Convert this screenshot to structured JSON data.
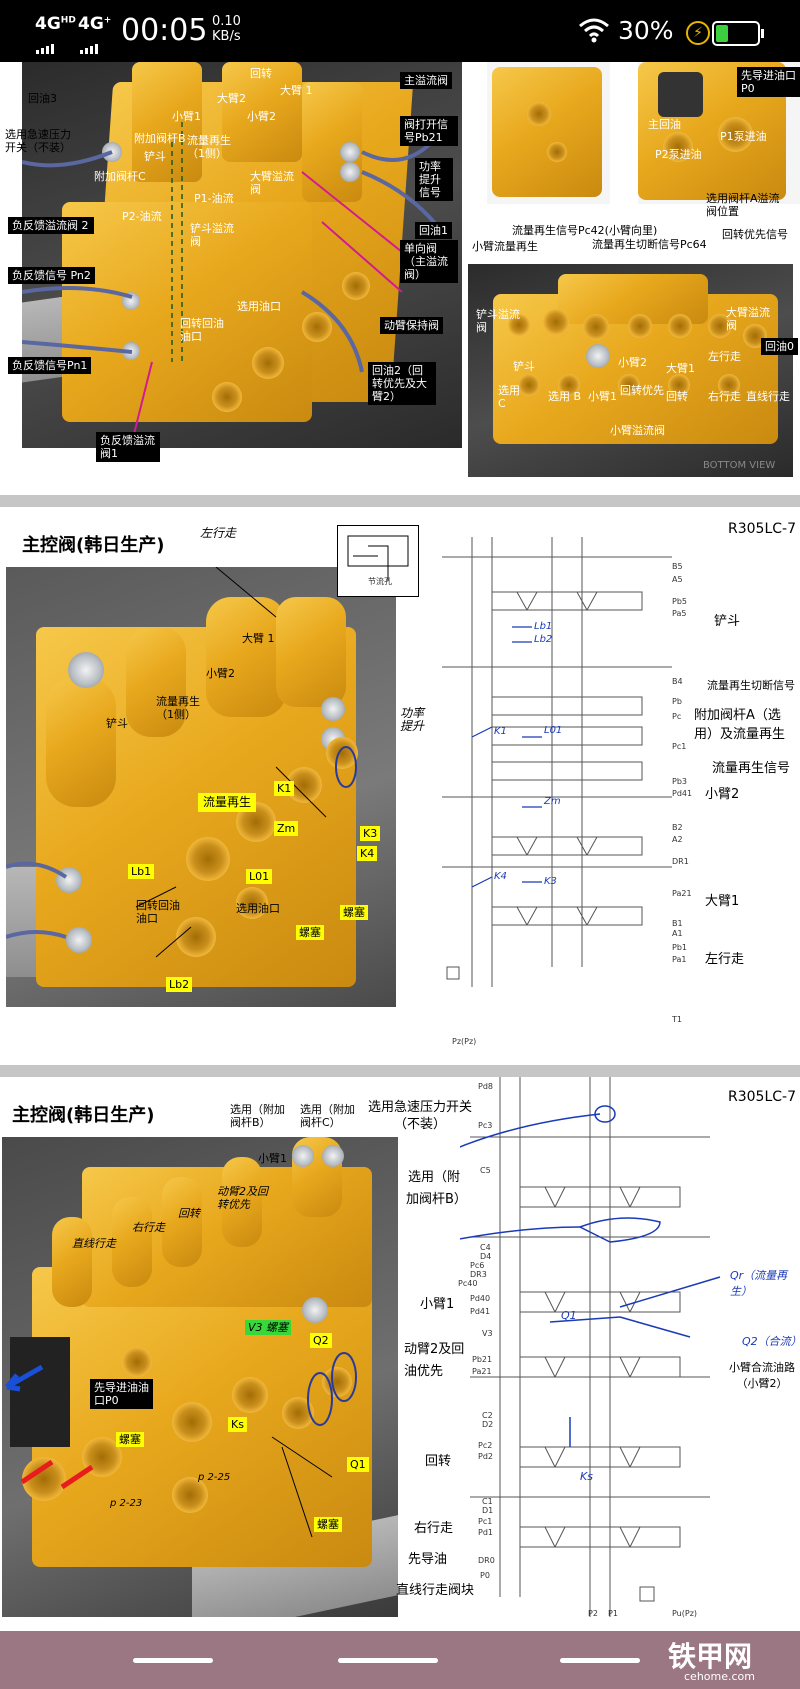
{
  "status_bar": {
    "network1": "4G",
    "network1_sup": "HD",
    "network2": "4G",
    "network2_sup": "+",
    "time": "00:05",
    "speed_value": "0.10",
    "speed_unit": "KB/s",
    "battery": "30%"
  },
  "slide1": {
    "left_labels": {
      "huiyou3": "回油3",
      "xuanyong_jisuya": "选用急速压力开关（不装）",
      "fujia_c": "附加阀杆C",
      "fujia_b": "附加阀杆B",
      "p2_youliu": "P2-油流",
      "p1_youliu": "P1-油流",
      "xiaobi1": "小臂1",
      "dabi2": "大臂2",
      "dabi1": "大臂 1",
      "huizhuan": "回转",
      "xiaobi2": "小臂2",
      "liuliang_zaisheng": "流量再生（1侧）",
      "chandou": "铲斗",
      "fufankui_yiliu2": "负反馈溢流阀 2",
      "fufankui_pn2": "负反馈信号 Pn2",
      "fufankui_pn1": "负反馈信号Pn1",
      "fufankui_yiliu1": "负反馈溢流阀1",
      "chandou_yiliu": "铲斗溢流阀",
      "dabi_yiliu": "大臂溢流阀",
      "xuanyong_youkou": "选用油口",
      "huizhuan_huiyou": "回转回油油口",
      "zhu_yiliu": "主溢流阀",
      "fa_dakai": "阀打开信号Pb21",
      "gonglv_tisheng": "功率提升信号",
      "huiyou1": "回油1",
      "danxiang": "单向阀（主溢流阀）",
      "dongbi_baochi": "动臂保持阀",
      "huiyou2": "回油2（回转优先及大臂2）"
    },
    "right_labels": {
      "xiandao_p0": "先导进油口P0",
      "zhu_huiyou": "主回油",
      "p1_beng": "P1泵进油",
      "p2_beng": "P2泵进油",
      "xuanyong_fagan_a": "选用阀杆A溢流阀位置",
      "liuliang_pc42": "流量再生信号Pc42(小臂向里)",
      "qieduan_pc64": "流量再生切断信号Pc64",
      "huizhuan_youxian": "回转优先信号",
      "xiaobi_zaisheng": "小臂流量再生",
      "chandou_yiliu_r": "铲斗溢流阀",
      "dabi_yiliu_r": "大臂溢流阀",
      "huiyou0": "回油0",
      "chandou_r": "铲斗",
      "xuanyong_c": "选用C",
      "xuanyong_b": "选用 B",
      "xiaobi1_r": "小臂1",
      "huizhuan_youxian_r": "回转优先",
      "xiaobi2_r": "小臂2",
      "dabi1_r": "大臂1",
      "huizhuan_r": "回转",
      "zuoxingzou": "左行走",
      "youxingzou": "右行走",
      "zhixian_xingzou": "直线行走",
      "xiaobi_yiliu": "小臂溢流阀",
      "bottom_view": "BOTTOM VIEW"
    }
  },
  "slide2": {
    "title": "主控阀(韩日生产)",
    "model": "R305LC-7",
    "photo_labels": {
      "zuoxingzou": "左行走",
      "dabi1": "大臂 1",
      "xiaobi2": "小臂2",
      "chandou": "铲斗",
      "liuliang_zaisheng": "流量再生（1侧）",
      "gonglv_tisheng": "功率提升",
      "liuliang_zaisheng_tag": "流量再生",
      "k1": "K1",
      "zm": "Zm",
      "k3": "K3",
      "k4": "K4",
      "lb1": "Lb1",
      "l01": "L01",
      "huizhuan_huiyou": "回转回油油口",
      "xuanyong_youkou": "选用油口",
      "luosai1": "螺塞",
      "luosai2": "螺塞",
      "lb2": "Lb2",
      "inset_label": "节流孔"
    },
    "schematic_labels": {
      "chandou": "铲斗",
      "qieduan": "流量再生切断信号",
      "fujia_a": "附加阀杆A（选用）及流量再生",
      "zaisheng_xinhao": "流量再生信号",
      "xiaobi2": "小臂2",
      "dabi1": "大臂1",
      "zuoxingzou": "左行走"
    },
    "schematic_small": [
      "B5",
      "A5",
      "Pb5",
      "Pa5",
      "B4",
      "Pb",
      "Pc",
      "Pc1",
      "Pb3",
      "Pd41",
      "B2",
      "A2",
      "DR1",
      "Pa21",
      "B1",
      "A1",
      "Pb1",
      "Pa1",
      "T1",
      "Pz(Pz)"
    ],
    "schematic_blue": [
      "Lb1",
      "Lb2",
      "K1",
      "L01",
      "Zm",
      "K4",
      "K3"
    ]
  },
  "slide3": {
    "title": "主控阀(韩日生产)",
    "model": "R305LC-7",
    "photo_labels": {
      "xuanyong_b": "选用（附加阀杆B）",
      "xuanyong_c": "选用（附加阀杆C）",
      "xiaobi1": "小臂1",
      "dongbi2": "动臂2及回转优先",
      "huizhuan": "回转",
      "youxingzou": "右行走",
      "zhixian": "直线行走",
      "v3": "V3 螺塞",
      "q2": "Q2",
      "xiandao": "先导进油油口P0",
      "luosai": "螺塞",
      "ks": "Ks",
      "q1": "Q1",
      "p223": "p 2-23",
      "p225": "p 2-25",
      "luosai_bottom": "螺塞"
    },
    "schematic_labels": {
      "jisuya": "选用急速压力开关（不装）",
      "xuanyong_b": "选用（附加阀杆B）",
      "xiaobi1": "小臂1",
      "dongbi2": "动臂2及回油优先",
      "huizhuan": "回转",
      "youxingzou": "右行走",
      "xiandao": "先导油",
      "zhixian_block": "直线行走阀块",
      "qr": "Qr（流量再生）",
      "q1": "Q1",
      "q2": "Q2（合流）",
      "xiaobi_heliu": "小臂合流油路（小臂2）",
      "ks": "Ks"
    },
    "schematic_small": [
      "Pd8",
      "Pc3",
      "C5",
      "C4",
      "D4",
      "Pc6",
      "DR3",
      "Pc40",
      "Pd40",
      "Pd41",
      "V3",
      "Pb21",
      "Pa21",
      "C2",
      "D2",
      "Pc2",
      "Pd2",
      "C1",
      "D1",
      "Pc1",
      "Pd1",
      "DR0",
      "P0",
      "P2",
      "P1",
      "Pu(Pz)"
    ]
  },
  "watermark": {
    "main": "铁甲网",
    "sub": "cehome.com"
  }
}
